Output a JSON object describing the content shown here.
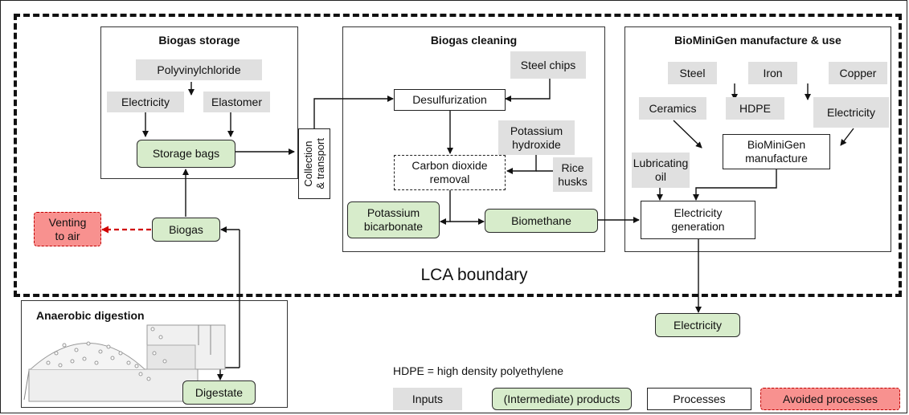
{
  "boundary_label": "LCA boundary",
  "panels": {
    "storage": "Biogas storage",
    "cleaning": "Biogas cleaning",
    "biominigen": "BioMiniGen manufacture & use",
    "digestion": "Anaerobic digestion"
  },
  "nodes": {
    "polyvinylchloride": "Polyvinylchloride",
    "electricity_in_storage": "Electricity",
    "elastomer": "Elastomer",
    "storage_bags": "Storage bags",
    "collection_transport_1": "Collection",
    "collection_transport_2": "& transport",
    "steel_chips": "Steel chips",
    "desulfurization": "Desulfurization",
    "potassium_hydroxide": "Potassium hydroxide",
    "co2_removal": "Carbon dioxide removal",
    "rice_husks": "Rice husks",
    "potassium_bicarbonate": "Potassium bicarbonate",
    "biomethane": "Biomethane",
    "steel": "Steel",
    "iron": "Iron",
    "copper": "Copper",
    "ceramics": "Ceramics",
    "hdpe": "HDPE",
    "electricity_in_bmg": "Electricity",
    "lubricating_oil": "Lubricating oil",
    "biominigen_manufacture": "BioMiniGen manufacture",
    "electricity_generation": "Electricity generation",
    "electricity_out": "Electricity",
    "venting": "Venting to air",
    "biogas": "Biogas",
    "digestate": "Digestate"
  },
  "note": "HDPE = high density polyethylene",
  "legend": {
    "inputs": "Inputs",
    "products": "(Intermediate) products",
    "processes": "Processes",
    "avoided": "Avoided processes"
  },
  "colors": {
    "input": "#e0e0e0",
    "product": "#d7eccb",
    "avoided": "#f8918f",
    "avoided_border": "#c00000"
  }
}
